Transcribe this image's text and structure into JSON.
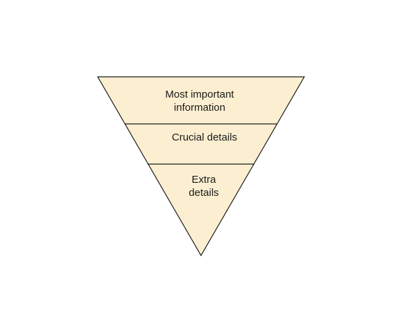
{
  "diagram": {
    "tiers": [
      {
        "lines": [
          "Most important",
          "information"
        ]
      },
      {
        "lines": [
          "Crucial details"
        ]
      },
      {
        "lines": [
          "Extra",
          "details"
        ]
      }
    ],
    "colors": {
      "fill": "#fcefd1",
      "stroke": "#1a1a1a",
      "text": "#1a1a1a"
    }
  }
}
